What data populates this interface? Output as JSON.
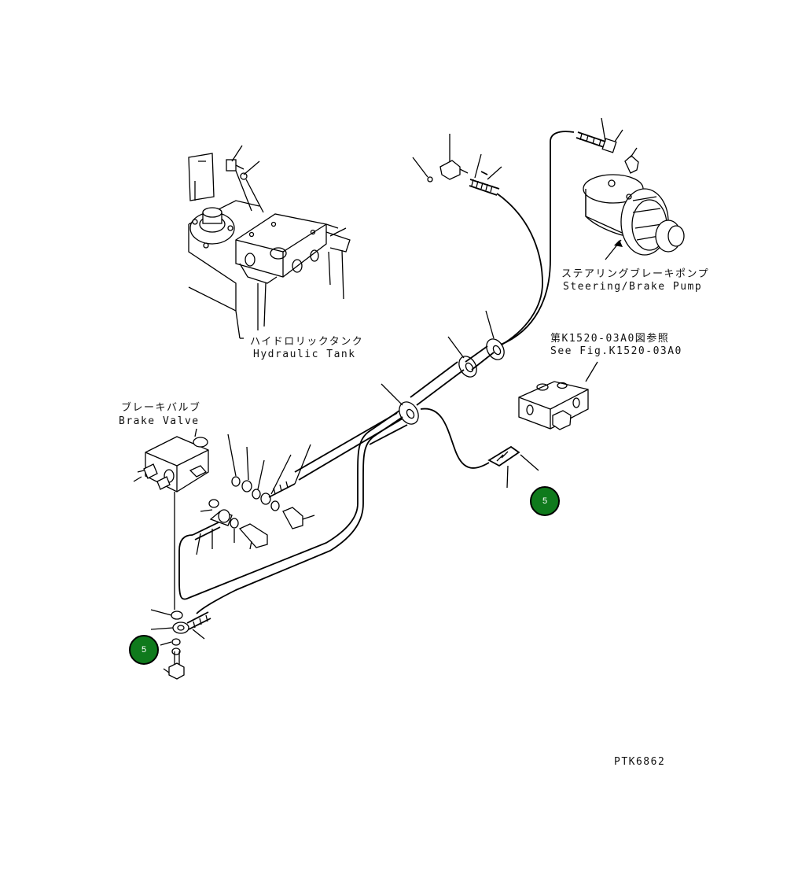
{
  "diagram": {
    "hydraulic_tank": {
      "label_jp": "ハイドロリックタンク",
      "label_en": "Hydraulic Tank"
    },
    "steering_brake_pump": {
      "label_jp": "ステアリングブレーキポンプ",
      "label_en": "Steering/Brake Pump"
    },
    "brake_valve": {
      "label_jp": "ブレーキバルブ",
      "label_en": "Brake Valve"
    },
    "reference": {
      "label_jp": "第K1520-03A0図参照",
      "label_en": "See Fig.K1520-03A0"
    },
    "drawing_code": "PTK6862",
    "callouts": [
      {
        "number": "5",
        "color": "#0f7a1c"
      },
      {
        "number": "5",
        "color": "#0f7a1c"
      }
    ]
  }
}
